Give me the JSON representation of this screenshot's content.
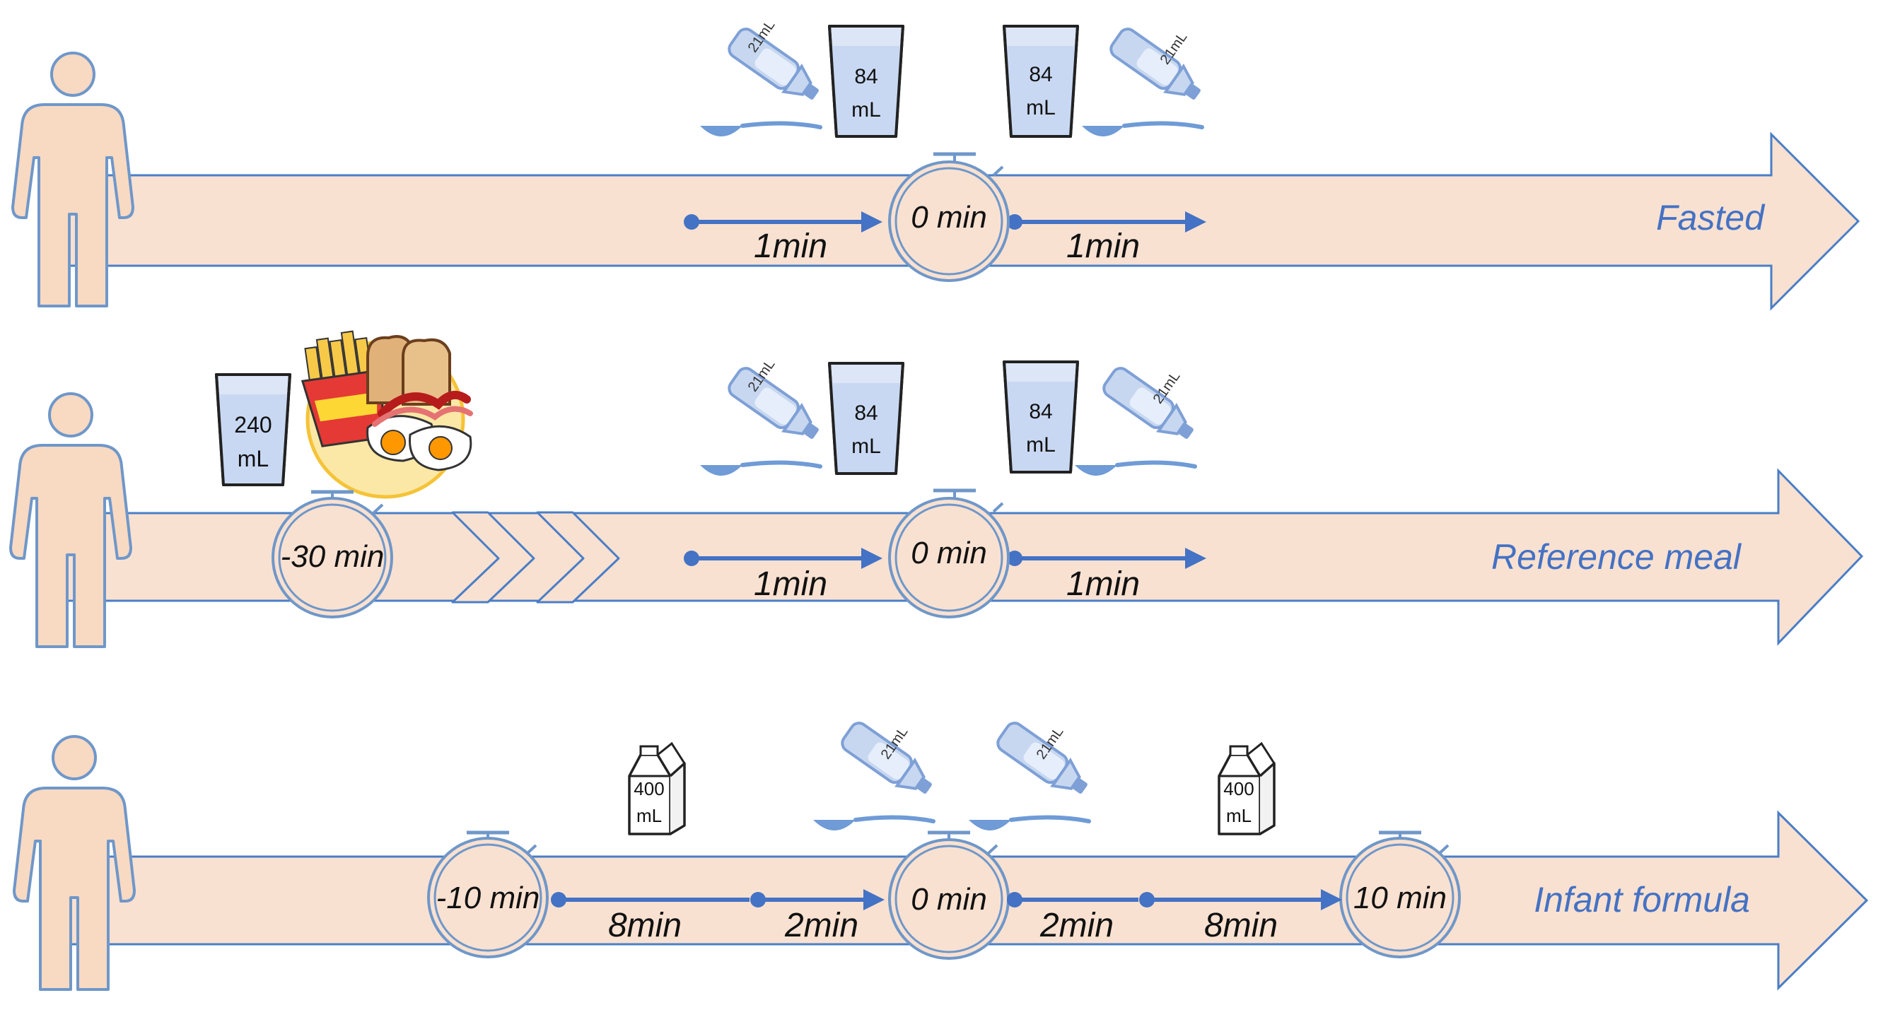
{
  "colors": {
    "band_fill": "#f9e1d1",
    "band_stroke": "#4a7ec7",
    "person_fill": "#f8d9c2",
    "person_stroke": "#6f97c9",
    "timeline_blue": "#4472c4",
    "stopwatch_stroke": "#6f97c9",
    "label_blue": "#4472c4"
  },
  "rows": [
    {
      "label": "Fasted",
      "timers": [
        {
          "text": "0 min"
        }
      ],
      "intervals": [
        "1min",
        "1min"
      ],
      "icons": {
        "bottle": "21mL",
        "glass": {
          "line1": "84",
          "line2": "mL"
        }
      }
    },
    {
      "label": "Reference meal",
      "timers": [
        {
          "text": "-30 min"
        },
        {
          "text": "0 min"
        }
      ],
      "intervals": [
        "1min",
        "1min"
      ],
      "icons": {
        "bottle": "21mL",
        "glass": {
          "line1": "84",
          "line2": "mL"
        },
        "meal_glass": {
          "line1": "240",
          "line2": "mL"
        },
        "meal_plate": "breakfast-plate-icon"
      }
    },
    {
      "label": "Infant formula",
      "timers": [
        {
          "text": "-10 min"
        },
        {
          "text": "0 min"
        },
        {
          "text": "10 min"
        }
      ],
      "intervals": [
        "8min",
        "2min",
        "2min",
        "8min"
      ],
      "icons": {
        "bottle": "21mL",
        "carton": {
          "line1": "400",
          "line2": "mL"
        }
      }
    }
  ]
}
